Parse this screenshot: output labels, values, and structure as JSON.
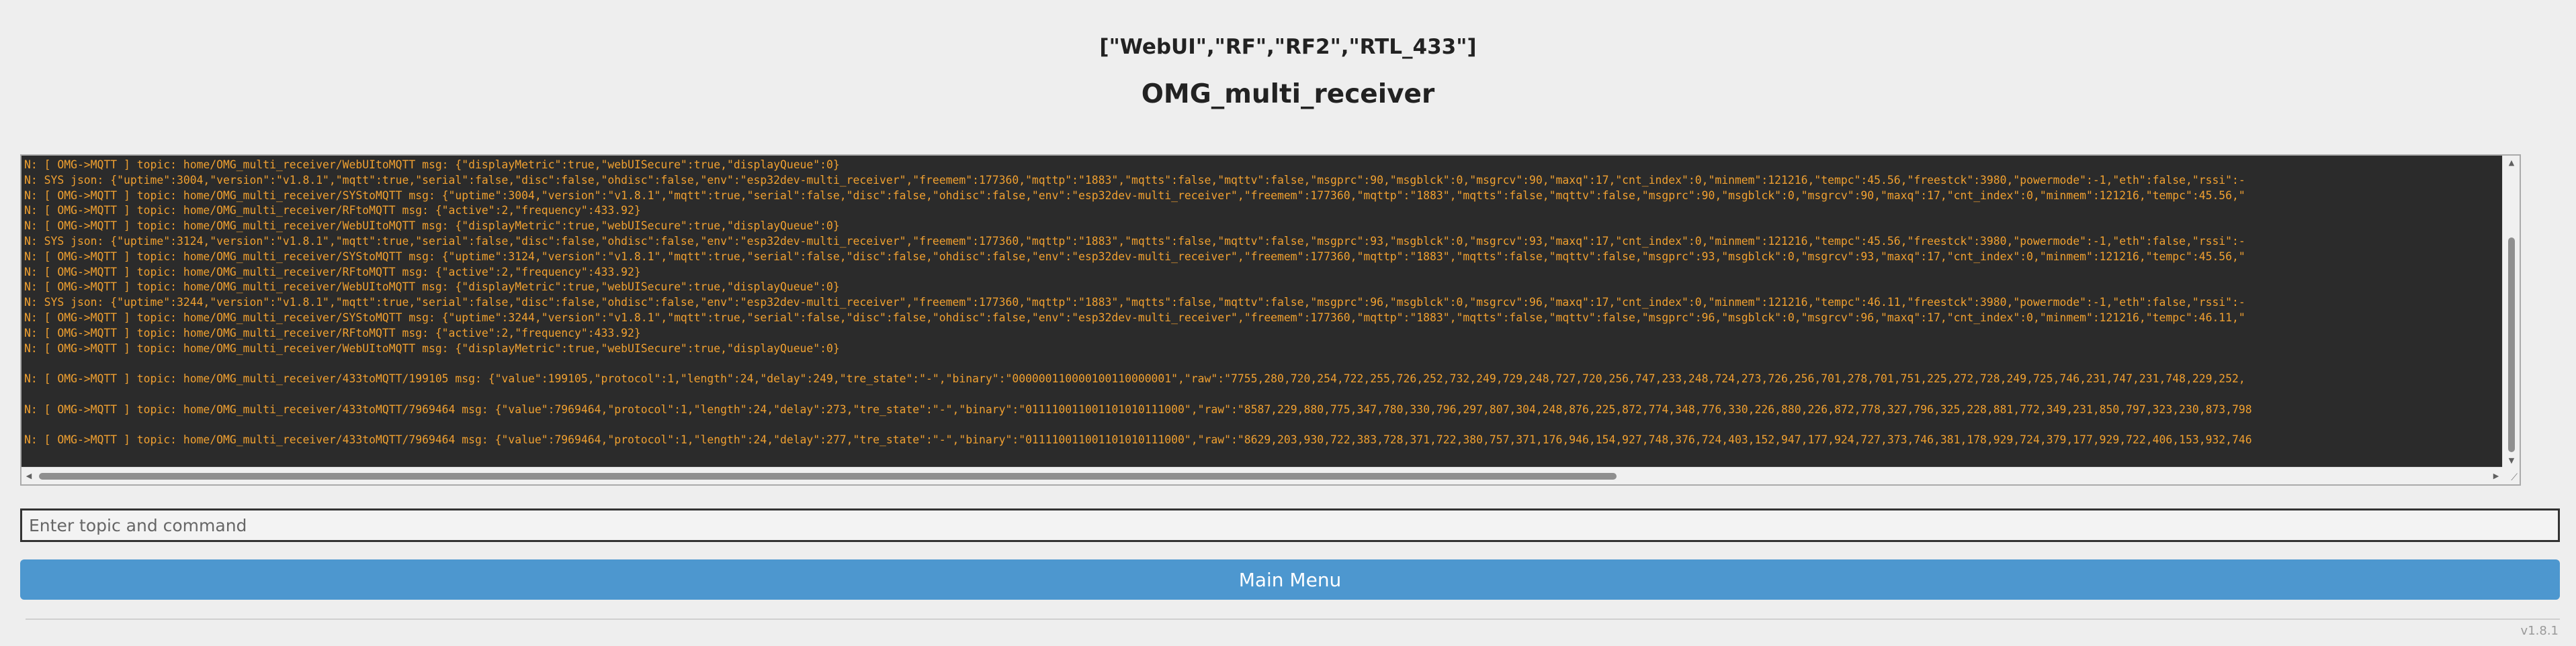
{
  "header": {
    "modules": "[\"WebUI\",\"RF\",\"RF2\",\"RTL_433\"]",
    "title": "OMG_multi_receiver"
  },
  "console": {
    "lines": [
      "N: [ OMG->MQTT ] topic: home/OMG_multi_receiver/WebUItoMQTT msg: {\"displayMetric\":true,\"webUISecure\":true,\"displayQueue\":0}",
      "N: SYS json: {\"uptime\":3004,\"version\":\"v1.8.1\",\"mqtt\":true,\"serial\":false,\"disc\":false,\"ohdisc\":false,\"env\":\"esp32dev-multi_receiver\",\"freemem\":177360,\"mqttp\":\"1883\",\"mqtts\":false,\"mqttv\":false,\"msgprc\":90,\"msgblck\":0,\"msgrcv\":90,\"maxq\":17,\"cnt_index\":0,\"minmem\":121216,\"tempc\":45.56,\"freestck\":3980,\"powermode\":-1,\"eth\":false,\"rssi\":-",
      "N: [ OMG->MQTT ] topic: home/OMG_multi_receiver/SYStoMQTT msg: {\"uptime\":3004,\"version\":\"v1.8.1\",\"mqtt\":true,\"serial\":false,\"disc\":false,\"ohdisc\":false,\"env\":\"esp32dev-multi_receiver\",\"freemem\":177360,\"mqttp\":\"1883\",\"mqtts\":false,\"mqttv\":false,\"msgprc\":90,\"msgblck\":0,\"msgrcv\":90,\"maxq\":17,\"cnt_index\":0,\"minmem\":121216,\"tempc\":45.56,\"",
      "N: [ OMG->MQTT ] topic: home/OMG_multi_receiver/RFtoMQTT msg: {\"active\":2,\"frequency\":433.92}",
      "N: [ OMG->MQTT ] topic: home/OMG_multi_receiver/WebUItoMQTT msg: {\"displayMetric\":true,\"webUISecure\":true,\"displayQueue\":0}",
      "N: SYS json: {\"uptime\":3124,\"version\":\"v1.8.1\",\"mqtt\":true,\"serial\":false,\"disc\":false,\"ohdisc\":false,\"env\":\"esp32dev-multi_receiver\",\"freemem\":177360,\"mqttp\":\"1883\",\"mqtts\":false,\"mqttv\":false,\"msgprc\":93,\"msgblck\":0,\"msgrcv\":93,\"maxq\":17,\"cnt_index\":0,\"minmem\":121216,\"tempc\":45.56,\"freestck\":3980,\"powermode\":-1,\"eth\":false,\"rssi\":-",
      "N: [ OMG->MQTT ] topic: home/OMG_multi_receiver/SYStoMQTT msg: {\"uptime\":3124,\"version\":\"v1.8.1\",\"mqtt\":true,\"serial\":false,\"disc\":false,\"ohdisc\":false,\"env\":\"esp32dev-multi_receiver\",\"freemem\":177360,\"mqttp\":\"1883\",\"mqtts\":false,\"mqttv\":false,\"msgprc\":93,\"msgblck\":0,\"msgrcv\":93,\"maxq\":17,\"cnt_index\":0,\"minmem\":121216,\"tempc\":45.56,\"",
      "N: [ OMG->MQTT ] topic: home/OMG_multi_receiver/RFtoMQTT msg: {\"active\":2,\"frequency\":433.92}",
      "N: [ OMG->MQTT ] topic: home/OMG_multi_receiver/WebUItoMQTT msg: {\"displayMetric\":true,\"webUISecure\":true,\"displayQueue\":0}",
      "N: SYS json: {\"uptime\":3244,\"version\":\"v1.8.1\",\"mqtt\":true,\"serial\":false,\"disc\":false,\"ohdisc\":false,\"env\":\"esp32dev-multi_receiver\",\"freemem\":177360,\"mqttp\":\"1883\",\"mqtts\":false,\"mqttv\":false,\"msgprc\":96,\"msgblck\":0,\"msgrcv\":96,\"maxq\":17,\"cnt_index\":0,\"minmem\":121216,\"tempc\":46.11,\"freestck\":3980,\"powermode\":-1,\"eth\":false,\"rssi\":-",
      "N: [ OMG->MQTT ] topic: home/OMG_multi_receiver/SYStoMQTT msg: {\"uptime\":3244,\"version\":\"v1.8.1\",\"mqtt\":true,\"serial\":false,\"disc\":false,\"ohdisc\":false,\"env\":\"esp32dev-multi_receiver\",\"freemem\":177360,\"mqttp\":\"1883\",\"mqtts\":false,\"mqttv\":false,\"msgprc\":96,\"msgblck\":0,\"msgrcv\":96,\"maxq\":17,\"cnt_index\":0,\"minmem\":121216,\"tempc\":46.11,\"",
      "N: [ OMG->MQTT ] topic: home/OMG_multi_receiver/RFtoMQTT msg: {\"active\":2,\"frequency\":433.92}",
      "N: [ OMG->MQTT ] topic: home/OMG_multi_receiver/WebUItoMQTT msg: {\"displayMetric\":true,\"webUISecure\":true,\"displayQueue\":0}",
      "",
      "N: [ OMG->MQTT ] topic: home/OMG_multi_receiver/433toMQTT/199105 msg: {\"value\":199105,\"protocol\":1,\"length\":24,\"delay\":249,\"tre_state\":\"-\",\"binary\":\"000000110000100110000001\",\"raw\":\"7755,280,720,254,722,255,726,252,732,249,729,248,727,720,256,747,233,248,724,273,726,256,701,278,701,751,225,272,728,249,725,746,231,747,231,748,229,252,",
      "",
      "N: [ OMG->MQTT ] topic: home/OMG_multi_receiver/433toMQTT/7969464 msg: {\"value\":7969464,\"protocol\":1,\"length\":24,\"delay\":273,\"tre_state\":\"-\",\"binary\":\"011110011001101010111000\",\"raw\":\"8587,229,880,775,347,780,330,796,297,807,304,248,876,225,872,774,348,776,330,226,880,226,872,778,327,796,325,228,881,772,349,231,850,797,323,230,873,798",
      "",
      "N: [ OMG->MQTT ] topic: home/OMG_multi_receiver/433toMQTT/7969464 msg: {\"value\":7969464,\"protocol\":1,\"length\":24,\"delay\":277,\"tre_state\":\"-\",\"binary\":\"011110011001101010111000\",\"raw\":\"8629,203,930,722,383,728,371,722,380,757,371,176,946,154,927,748,376,724,403,152,947,177,924,727,373,746,381,178,929,724,379,177,929,722,406,153,932,746"
    ]
  },
  "command": {
    "placeholder": "Enter topic and command"
  },
  "main_menu": {
    "label": "Main Menu"
  },
  "footer": {
    "version": "v1.8.1"
  }
}
